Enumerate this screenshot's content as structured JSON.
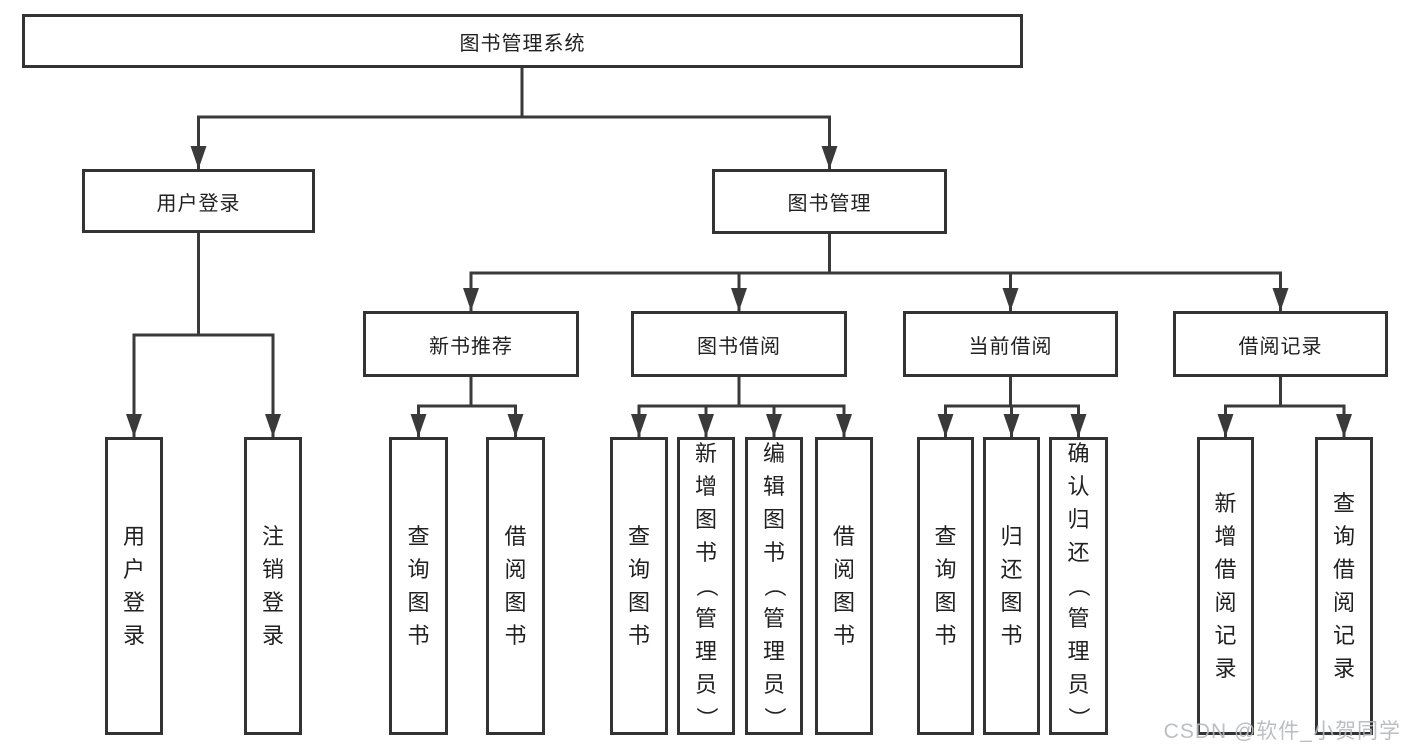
{
  "diagram": {
    "title": "图书管理系统",
    "branches": [
      {
        "label": "用户登录",
        "children": [
          {
            "label": "用户登录"
          },
          {
            "label": "注销登录"
          }
        ]
      },
      {
        "label": "图书管理",
        "children": [
          {
            "label": "新书推荐",
            "children": [
              {
                "label": "查询图书"
              },
              {
                "label": "借阅图书"
              }
            ]
          },
          {
            "label": "图书借阅",
            "children": [
              {
                "label": "查询图书"
              },
              {
                "label": "新增图书（管理员）"
              },
              {
                "label": "编辑图书（管理员）"
              },
              {
                "label": "借阅图书"
              }
            ]
          },
          {
            "label": "当前借阅",
            "children": [
              {
                "label": "查询图书"
              },
              {
                "label": "归还图书"
              },
              {
                "label": "确认归还（管理员）"
              }
            ]
          },
          {
            "label": "借阅记录",
            "children": [
              {
                "label": "新增借阅记录"
              },
              {
                "label": "查询借阅记录"
              }
            ]
          }
        ]
      }
    ]
  },
  "watermark": {
    "text": "CSDN @软件_小贺同学"
  },
  "colors": {
    "line": "#3a3a3a",
    "box_border": "#333333",
    "text": "#212121",
    "watermark": "#b4b8bc",
    "background": "#ffffff"
  }
}
